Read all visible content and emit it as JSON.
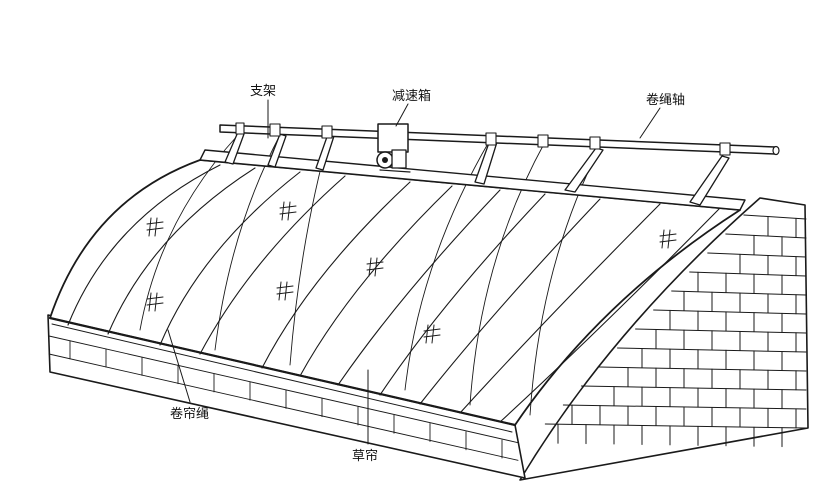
{
  "labels": {
    "bracket": "支架",
    "gearbox": "减速箱",
    "roller_shaft": "卷绳轴",
    "roll_rope": "卷帘绳",
    "straw_mat": "草帘"
  },
  "colors": {
    "ink": "#1a1a1a",
    "paper": "#ffffff"
  },
  "icons": {
    "mesh_patch": "crosshatch-icon"
  }
}
